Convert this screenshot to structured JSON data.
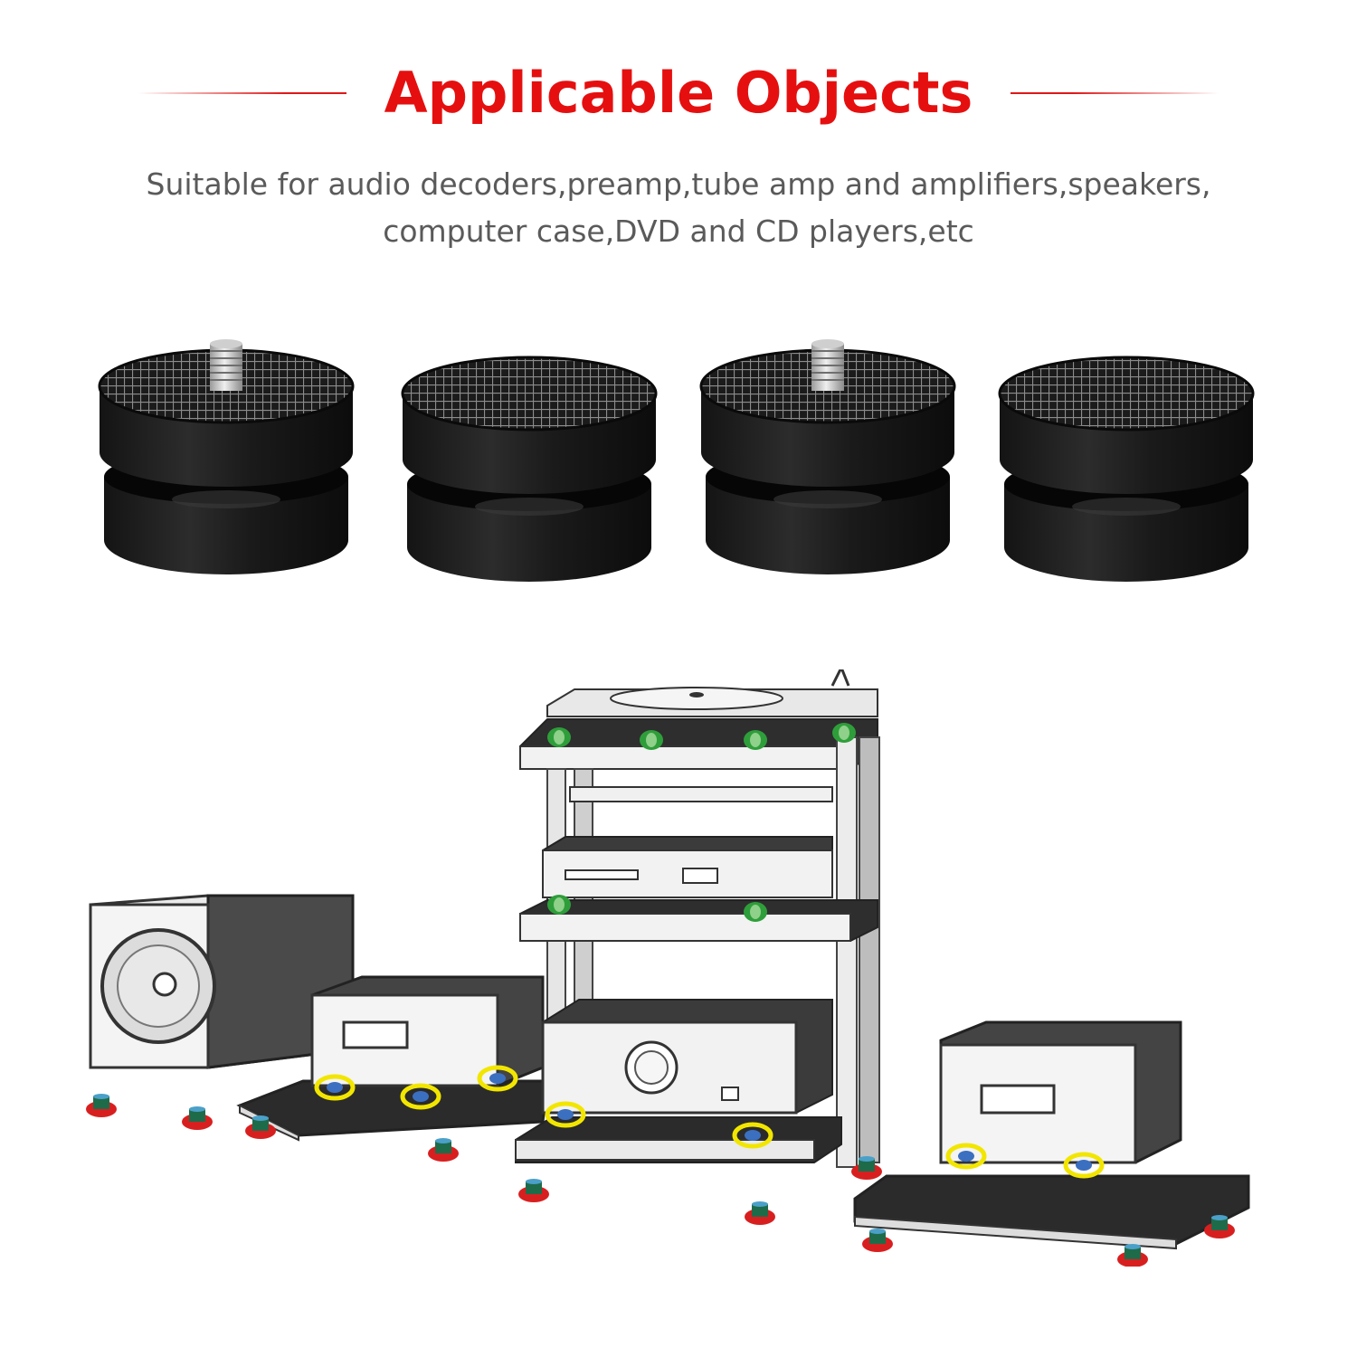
{
  "header": {
    "title": "Applicable Objects",
    "accent_color": "#e60f0f"
  },
  "description": {
    "line1": "Suitable for audio decoders,preamp,tube amp and amplifiers,speakers,",
    "line2": "computer case,DVD and CD players,etc"
  },
  "products": [
    {
      "icon": "isolation-foot-with-stud-icon",
      "has_stud": true
    },
    {
      "icon": "isolation-foot-icon",
      "has_stud": false
    },
    {
      "icon": "isolation-foot-with-stud-icon",
      "has_stud": true
    },
    {
      "icon": "isolation-foot-icon",
      "has_stud": false
    }
  ],
  "illustration": {
    "icon": "hifi-rack-setup-illustration",
    "marker_colors": {
      "green": "#2e9e3a",
      "yellow": "#f2e600",
      "red": "#d81f1f"
    }
  }
}
